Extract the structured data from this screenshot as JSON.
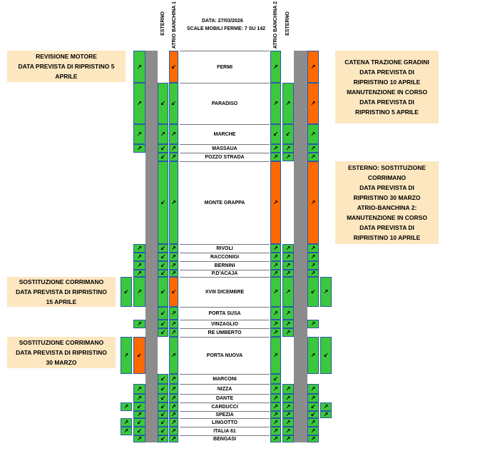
{
  "header": {
    "date": "DATA: 27/03/2026",
    "summary": "SCALE MOBILI FERME: 7  SU 142"
  },
  "columns": {
    "ext_left": "ESTERNO",
    "atrio1": "ATRIO BANCHINA 1",
    "atrio2": "ATRIO BANCHINA 2",
    "ext_right": "ESTERNO"
  },
  "symbols": {
    "up": "↗",
    "down": "↙"
  },
  "stations": [
    {
      "name": "FERMI",
      "escalators": {
        "el": "up",
        "a1a": null,
        "a1b": "down",
        "a2a": "up",
        "a2b": null,
        "er": "up"
      }
    },
    {
      "name": "PARADISO",
      "escalators": {
        "el": "up",
        "a1a": "down",
        "a1b": "down",
        "a2a": "up",
        "a2b": "up",
        "er": "up"
      }
    },
    {
      "name": "MARCHE",
      "escalators": {
        "el": "up",
        "a1a": "up",
        "a1b": "up",
        "a2a": "down",
        "a2b": "down",
        "er": "up"
      }
    },
    {
      "name": "MASSAUA",
      "escalators": {
        "el": "up",
        "a1a": "down",
        "a1b": "up",
        "a2a": "up",
        "a2b": "up",
        "er": "up"
      }
    },
    {
      "name": "POZZO STRADA",
      "escalators": {
        "el": null,
        "a1a": "down",
        "a1b": "up",
        "a2a": "up",
        "a2b": "up",
        "er": "up"
      }
    },
    {
      "name": "MONTE GRAPPA",
      "escalators": {
        "el": null,
        "a1a": "down",
        "a1b": "up",
        "a2a": "up",
        "a2b": null,
        "er": "up"
      }
    },
    {
      "name": "RIVOLI",
      "escalators": {
        "el": "up",
        "a1a": "down",
        "a1b": "up",
        "a2a": "up",
        "a2b": "up",
        "er": "up"
      }
    },
    {
      "name": "RACCONIGI",
      "escalators": {
        "el": "up",
        "a1a": "down",
        "a1b": "up",
        "a2a": "up",
        "a2b": "up",
        "er": "up"
      }
    },
    {
      "name": "BERNINI",
      "escalators": {
        "el": "up",
        "a1a": "down",
        "a1b": "up",
        "a2a": "up",
        "a2b": "up",
        "er": "up"
      }
    },
    {
      "name": "P.D'ACAJA",
      "escalators": {
        "el": "up",
        "a1a": "down",
        "a1b": "up",
        "a2a": "up",
        "a2b": "up",
        "er": "up"
      }
    },
    {
      "name": "XVIII DICEMBRE",
      "escalators": {
        "el": "up",
        "a1a": "down",
        "a1b": "down",
        "a2a": "up",
        "a2b": "up",
        "er": "down"
      }
    },
    {
      "name": "PORTA SUSA",
      "escalators": {
        "el": null,
        "a1a": "down",
        "a1b": "up",
        "a2a": "up",
        "a2b": "up",
        "er": null
      }
    },
    {
      "name": "VINZAGLIO",
      "escalators": {
        "el": "up",
        "a1a": "down",
        "a1b": "up",
        "a2a": "up",
        "a2b": "up",
        "er": "up"
      }
    },
    {
      "name": "RE UMBERTO",
      "escalators": {
        "el": null,
        "a1a": "down",
        "a1b": "up",
        "a2a": "up",
        "a2b": "up",
        "er": null
      }
    },
    {
      "name": "PORTA NUOVA",
      "escalators": {
        "el": "down",
        "a1a": null,
        "a1b": "up",
        "a2a": "up",
        "a2b": null,
        "er": "up"
      }
    },
    {
      "name": "MARCONI",
      "escalators": {
        "el": null,
        "a1a": "down",
        "a1b": "up",
        "a2a": "down",
        "a2b": null,
        "er": null
      }
    },
    {
      "name": "NIZZA",
      "escalators": {
        "el": "up",
        "a1a": "down",
        "a1b": "up",
        "a2a": "up",
        "a2b": "up",
        "er": "up"
      }
    },
    {
      "name": "DANTE",
      "escalators": {
        "el": "up",
        "a1a": "down",
        "a1b": "up",
        "a2a": "up",
        "a2b": "up",
        "er": "up"
      }
    },
    {
      "name": "CARDUCCI",
      "escalators": {
        "el": "down",
        "a1a": "down",
        "a1b": "up",
        "a2a": "up",
        "a2b": "up",
        "er": "down"
      }
    },
    {
      "name": "SPEZIA",
      "escalators": {
        "el": "up",
        "a1a": "down",
        "a1b": "up",
        "a2a": "up",
        "a2b": "up",
        "er": "down"
      }
    },
    {
      "name": "LINGOTTO",
      "escalators": {
        "el": "down",
        "a1a": "down",
        "a1b": "up",
        "a2a": "up",
        "a2b": "up",
        "er": "up"
      }
    },
    {
      "name": "ITALIA 61",
      "escalators": {
        "el": "down",
        "a1a": "down",
        "a1b": "up",
        "a2a": "up",
        "a2b": "up",
        "er": "up"
      }
    },
    {
      "name": "BENGASI",
      "escalators": {
        "el": "up",
        "a1a": "down",
        "a1b": "up",
        "a2a": "up",
        "a2b": "up",
        "er": "up"
      }
    }
  ],
  "notes": [
    {
      "id": "fermi",
      "lines": [
        "REVISIONE MOTORE",
        "DATA PREVISTA DI RIPRISTINO 5",
        "APRILE"
      ]
    },
    {
      "id": "paradiso",
      "lines": [
        "CATENA TRAZIONE GRADINI",
        "DATA PREVISTA DI",
        "RIPRISTINO 10 APRILE",
        "MANUTENZIONE IN CORSO",
        "DATA PREVISTA DI",
        "RIPRISTINO 5 APRILE"
      ]
    },
    {
      "id": "montegrappa",
      "lines": [
        "ESTERNO: SOSTITUZIONE",
        "CORRIMANO",
        "DATA PREVISTA DI",
        "RIPRISTINO 30 MARZO",
        "ATRIO-BANCHINA 2:",
        "MANUTENZIONE IN CORSO",
        "DATA PREVISTA DI",
        "RIPRISTINO 10 APRILE"
      ]
    },
    {
      "id": "xviii",
      "lines": [
        "SOSTITUZIONE CORRIMANO",
        "DATA PREVISTA DI RIPRISTINO",
        "15 APRILE"
      ]
    },
    {
      "id": "portanuova",
      "lines": [
        "SOSTITUZIONE CORRIMANO",
        "DATA PREVISTA DI RIPRISTINO",
        "30 MARZO"
      ]
    }
  ],
  "status_colors": {
    "working": "#3cc83c",
    "stopped": "#ff6a00"
  },
  "stopped": {
    "FERMI": [
      "a1b",
      "er"
    ],
    "PARADISO": [
      "er"
    ],
    "MONTE GRAPPA": [
      "a2a",
      "er"
    ],
    "XVIII DICEMBRE": [
      "a1b"
    ],
    "PORTA NUOVA": [
      "el"
    ]
  }
}
